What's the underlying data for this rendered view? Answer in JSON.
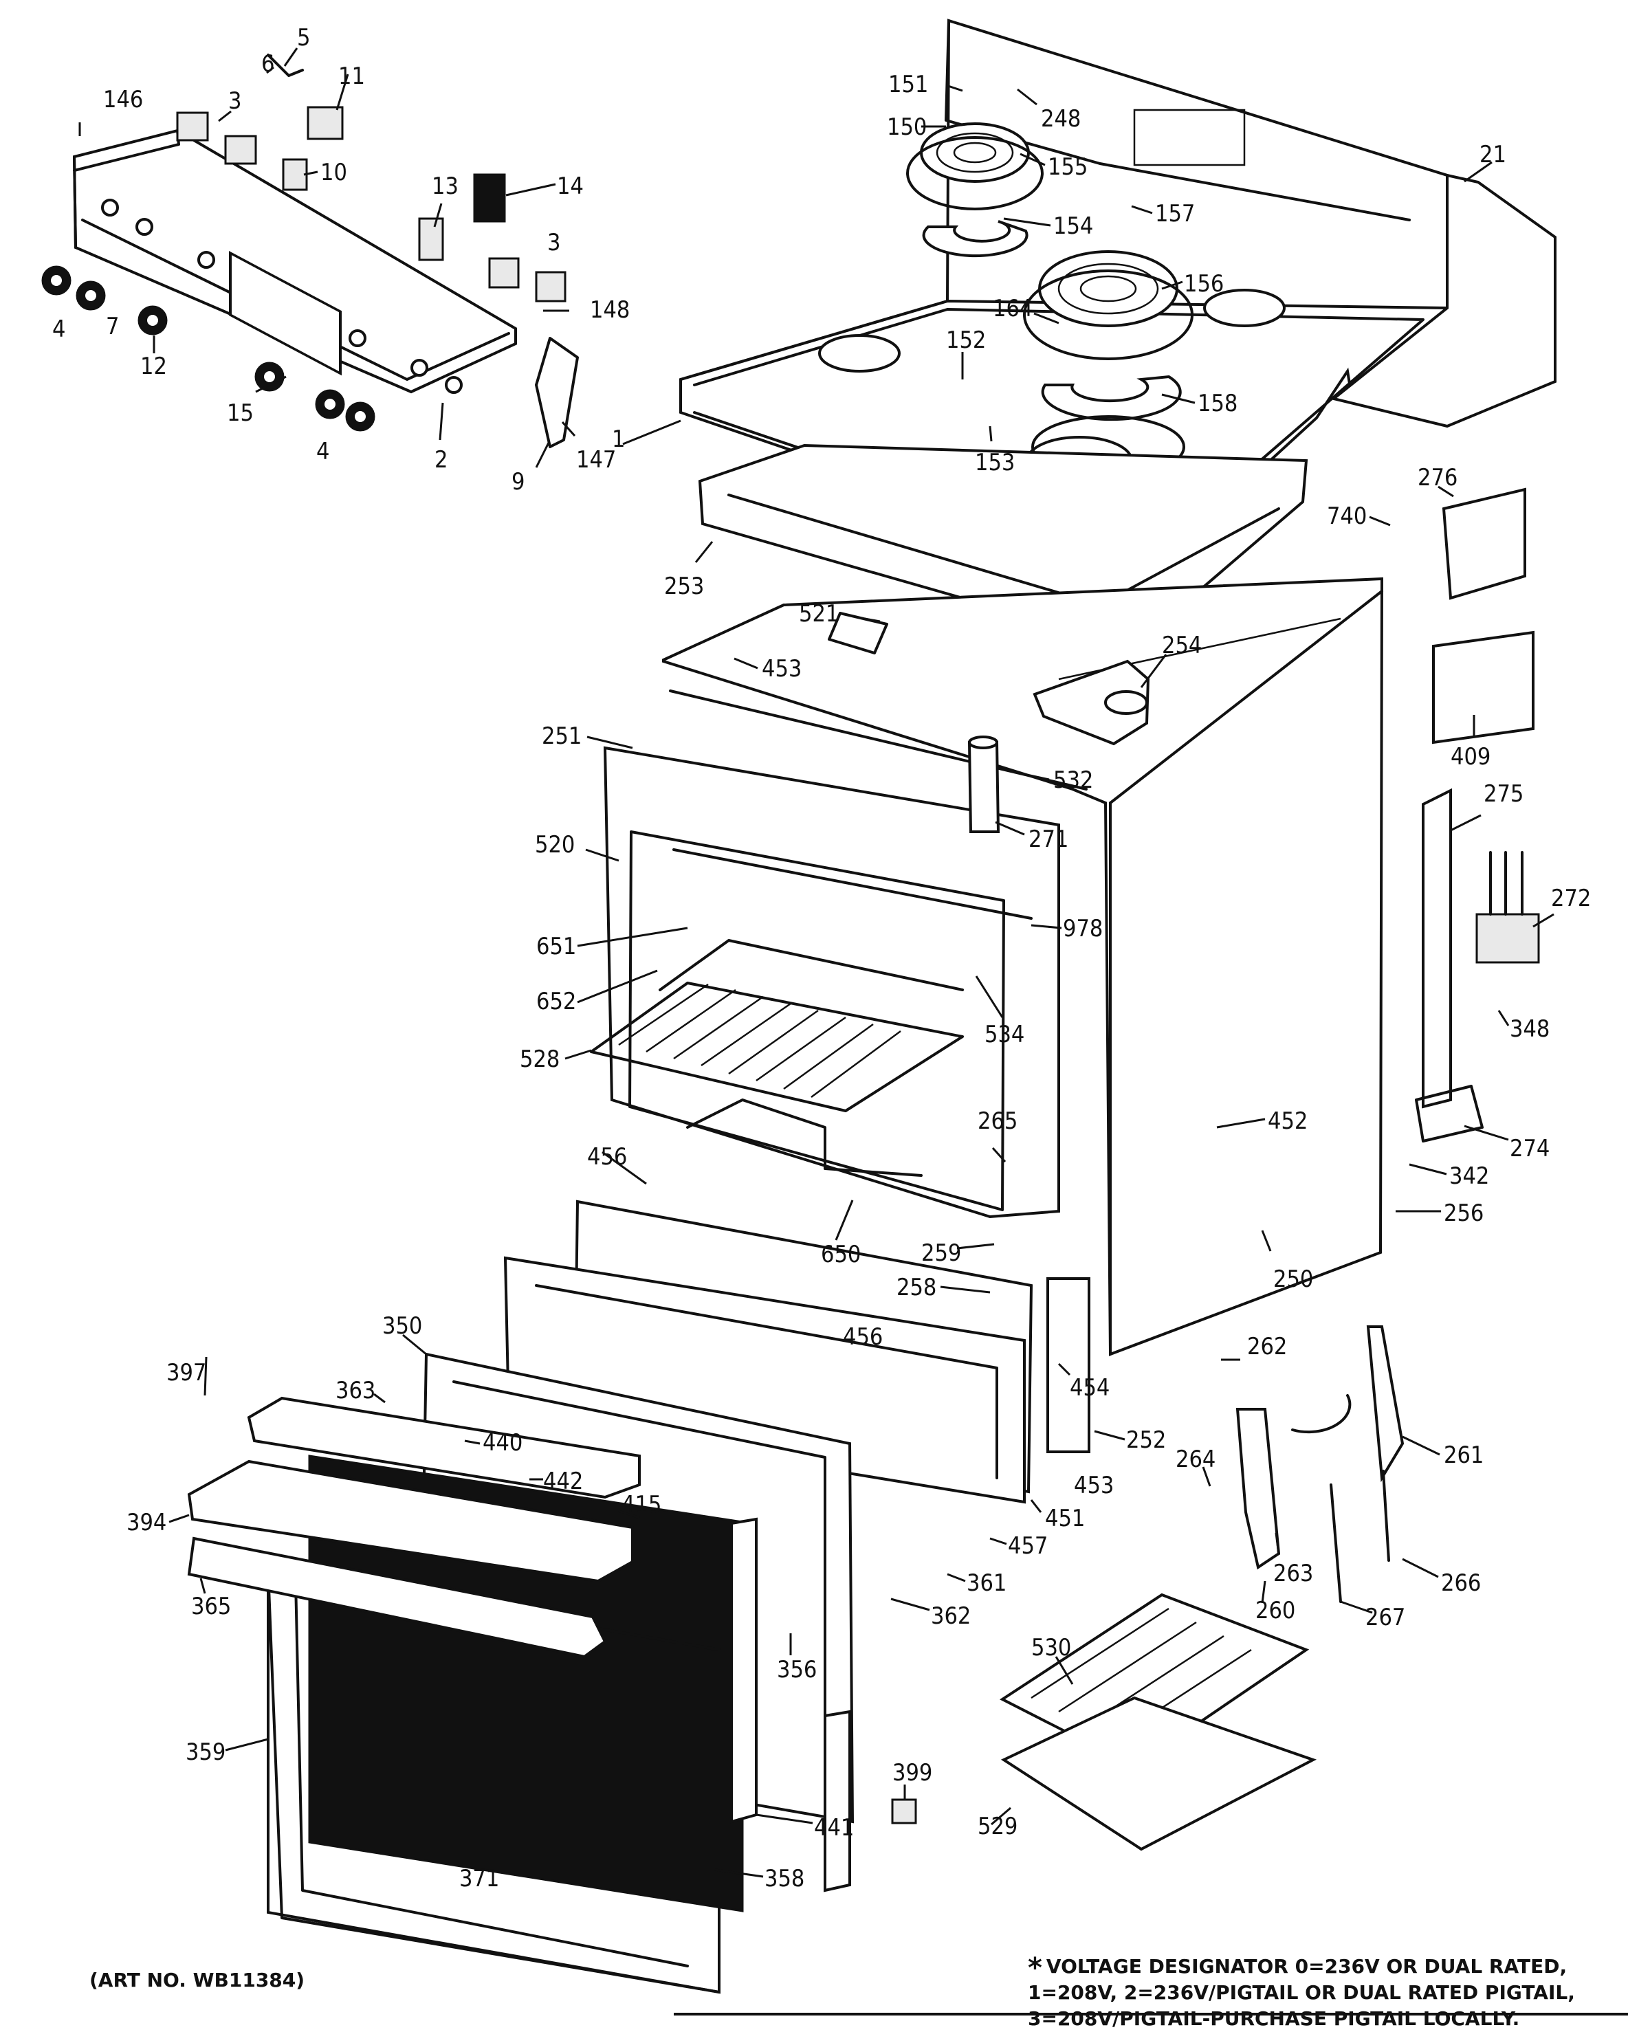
{
  "diagram": {
    "parts": [
      {
        "label": "5"
      },
      {
        "label": "6"
      },
      {
        "label": "11"
      },
      {
        "label": "146"
      },
      {
        "label": "3"
      },
      {
        "label": "10"
      },
      {
        "label": "13"
      },
      {
        "label": "14"
      },
      {
        "label": "4"
      },
      {
        "label": "7"
      },
      {
        "label": "12"
      },
      {
        "label": "148"
      },
      {
        "label": "15"
      },
      {
        "label": "2"
      },
      {
        "label": "9"
      },
      {
        "label": "147"
      },
      {
        "label": "151"
      },
      {
        "label": "248"
      },
      {
        "label": "150"
      },
      {
        "label": "155"
      },
      {
        "label": "21"
      },
      {
        "label": "157"
      },
      {
        "label": "154"
      },
      {
        "label": "156"
      },
      {
        "label": "164"
      },
      {
        "label": "152"
      },
      {
        "label": "158"
      },
      {
        "label": "153"
      },
      {
        "label": "1"
      },
      {
        "label": "276"
      },
      {
        "label": "740"
      },
      {
        "label": "253"
      },
      {
        "label": "521"
      },
      {
        "label": "453"
      },
      {
        "label": "254"
      },
      {
        "label": "409"
      },
      {
        "label": "251"
      },
      {
        "label": "532"
      },
      {
        "label": "275"
      },
      {
        "label": "271"
      },
      {
        "label": "520"
      },
      {
        "label": "272"
      },
      {
        "label": "978"
      },
      {
        "label": "651"
      },
      {
        "label": "652"
      },
      {
        "label": "534"
      },
      {
        "label": "348"
      },
      {
        "label": "528"
      },
      {
        "label": "265"
      },
      {
        "label": "452"
      },
      {
        "label": "274"
      },
      {
        "label": "456"
      },
      {
        "label": "342"
      },
      {
        "label": "650"
      },
      {
        "label": "256"
      },
      {
        "label": "259"
      },
      {
        "label": "250"
      },
      {
        "label": "258"
      },
      {
        "label": "350"
      },
      {
        "label": "262"
      },
      {
        "label": "397"
      },
      {
        "label": "454"
      },
      {
        "label": "363"
      },
      {
        "label": "440"
      },
      {
        "label": "252"
      },
      {
        "label": "261"
      },
      {
        "label": "442"
      },
      {
        "label": "264"
      },
      {
        "label": "415"
      },
      {
        "label": "451"
      },
      {
        "label": "394"
      },
      {
        "label": "457"
      },
      {
        "label": "263"
      },
      {
        "label": "361"
      },
      {
        "label": "266"
      },
      {
        "label": "365"
      },
      {
        "label": "260"
      },
      {
        "label": "267"
      },
      {
        "label": "362"
      },
      {
        "label": "530"
      },
      {
        "label": "356"
      },
      {
        "label": "359"
      },
      {
        "label": "399"
      },
      {
        "label": "441"
      },
      {
        "label": "529"
      },
      {
        "label": "371"
      },
      {
        "label": "358"
      }
    ]
  },
  "note": {
    "line1": "VOLTAGE DESIGNATOR 0=236V OR DUAL RATED,",
    "line2": "1=208V, 2=236V/PIGTAIL OR DUAL RATED PIGTAIL,",
    "line3": "3=208V/PIGTAIL-PURCHASE PIGTAIL LOCALLY."
  },
  "art_number": "(ART NO. WB11384)"
}
